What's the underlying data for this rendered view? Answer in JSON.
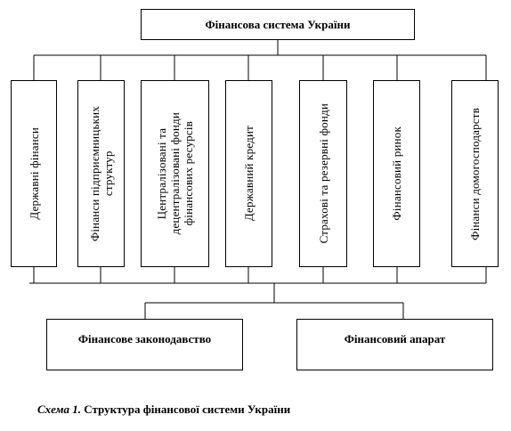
{
  "diagram": {
    "root": "Фінансова система України",
    "branches": [
      "Державні фінанси",
      "Фінанси підприємницьких\nструктур",
      "Централізовані та\nдецентралізовані фонди\nфінансових ресурсів",
      "Державний кредит",
      "Страхові та резервні фонди",
      "Фінансовий ринок",
      "Фінанси домогосподарств"
    ],
    "supports": [
      "Фінансове законодавство",
      "Фінансовий апарат"
    ]
  },
  "caption": {
    "prefix": "Схема 1.",
    "text": "Структура фінансової системи України"
  }
}
